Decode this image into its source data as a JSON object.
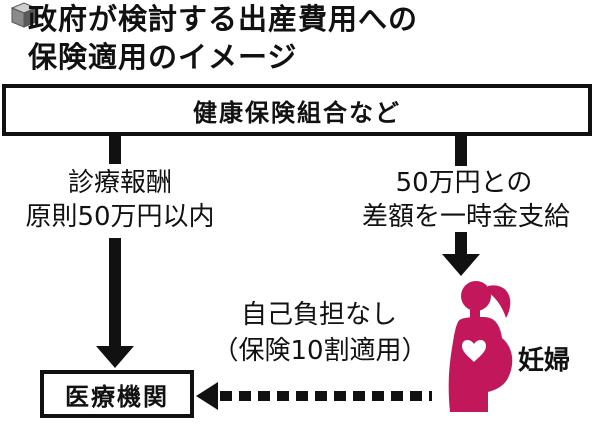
{
  "title": {
    "line1": "政府が検討する出産費用への",
    "line2": "保険適用のイメージ"
  },
  "nodes": {
    "insurer": "健康保険組合など",
    "medical": "医療機関",
    "pregnant": "妊婦"
  },
  "flows": {
    "left_line1": "診療報酬",
    "left_line2": "原則50万円以内",
    "right_line1": "50万円との",
    "right_line2": "差額を一時金支給",
    "bottom_line1": "自己負担なし",
    "bottom_line2": "（保険10割適用）"
  },
  "colors": {
    "accent": "#c2185b",
    "ink": "#111111"
  },
  "icons": {
    "title_marker": "cube-icon",
    "person": "pregnant-woman-icon"
  }
}
